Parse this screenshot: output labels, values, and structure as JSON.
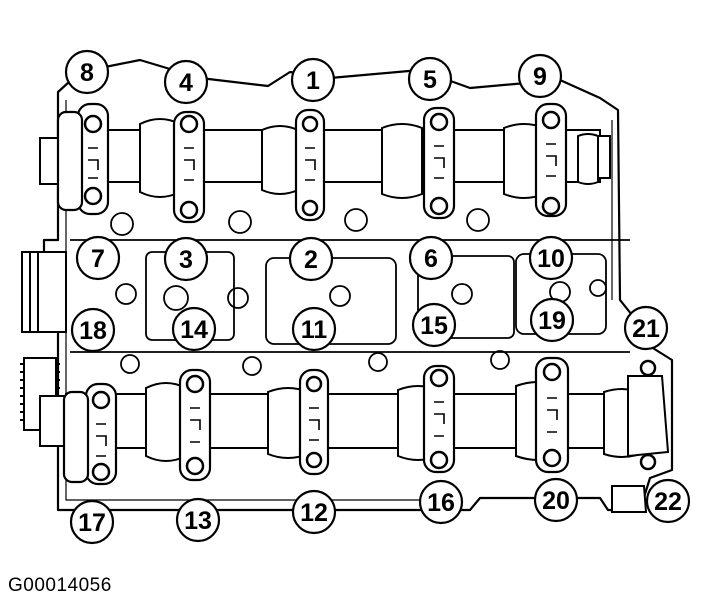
{
  "figure_id": "G00014056",
  "colors": {
    "ink": "#000000",
    "paper": "#ffffff"
  },
  "callouts": [
    {
      "num": "1"
    },
    {
      "num": "2"
    },
    {
      "num": "3"
    },
    {
      "num": "4"
    },
    {
      "num": "5"
    },
    {
      "num": "6"
    },
    {
      "num": "7"
    },
    {
      "num": "8"
    },
    {
      "num": "9"
    },
    {
      "num": "10"
    },
    {
      "num": "11"
    },
    {
      "num": "12"
    },
    {
      "num": "13"
    },
    {
      "num": "14"
    },
    {
      "num": "15"
    },
    {
      "num": "16"
    },
    {
      "num": "17"
    },
    {
      "num": "18"
    },
    {
      "num": "19"
    },
    {
      "num": "20"
    },
    {
      "num": "21"
    },
    {
      "num": "22"
    }
  ]
}
